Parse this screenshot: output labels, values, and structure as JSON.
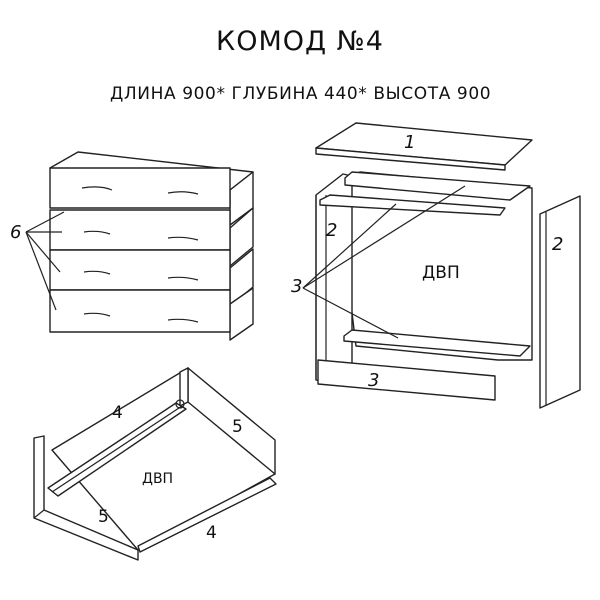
{
  "title": "КОМОД №4",
  "dimensions": "ДЛИНА 900* ГЛУБИНА 440* ВЫСОТА 900",
  "labels": {
    "top_panel": "1",
    "side_left": "2",
    "side_right": "2",
    "rails": "3",
    "plinth": "3",
    "drawers": "6",
    "back_panel": "ДВП",
    "drawer_side_top": "4",
    "drawer_side_bottom": "4",
    "drawer_back": "5",
    "drawer_front": "5",
    "drawer_bottom": "ДВП"
  }
}
